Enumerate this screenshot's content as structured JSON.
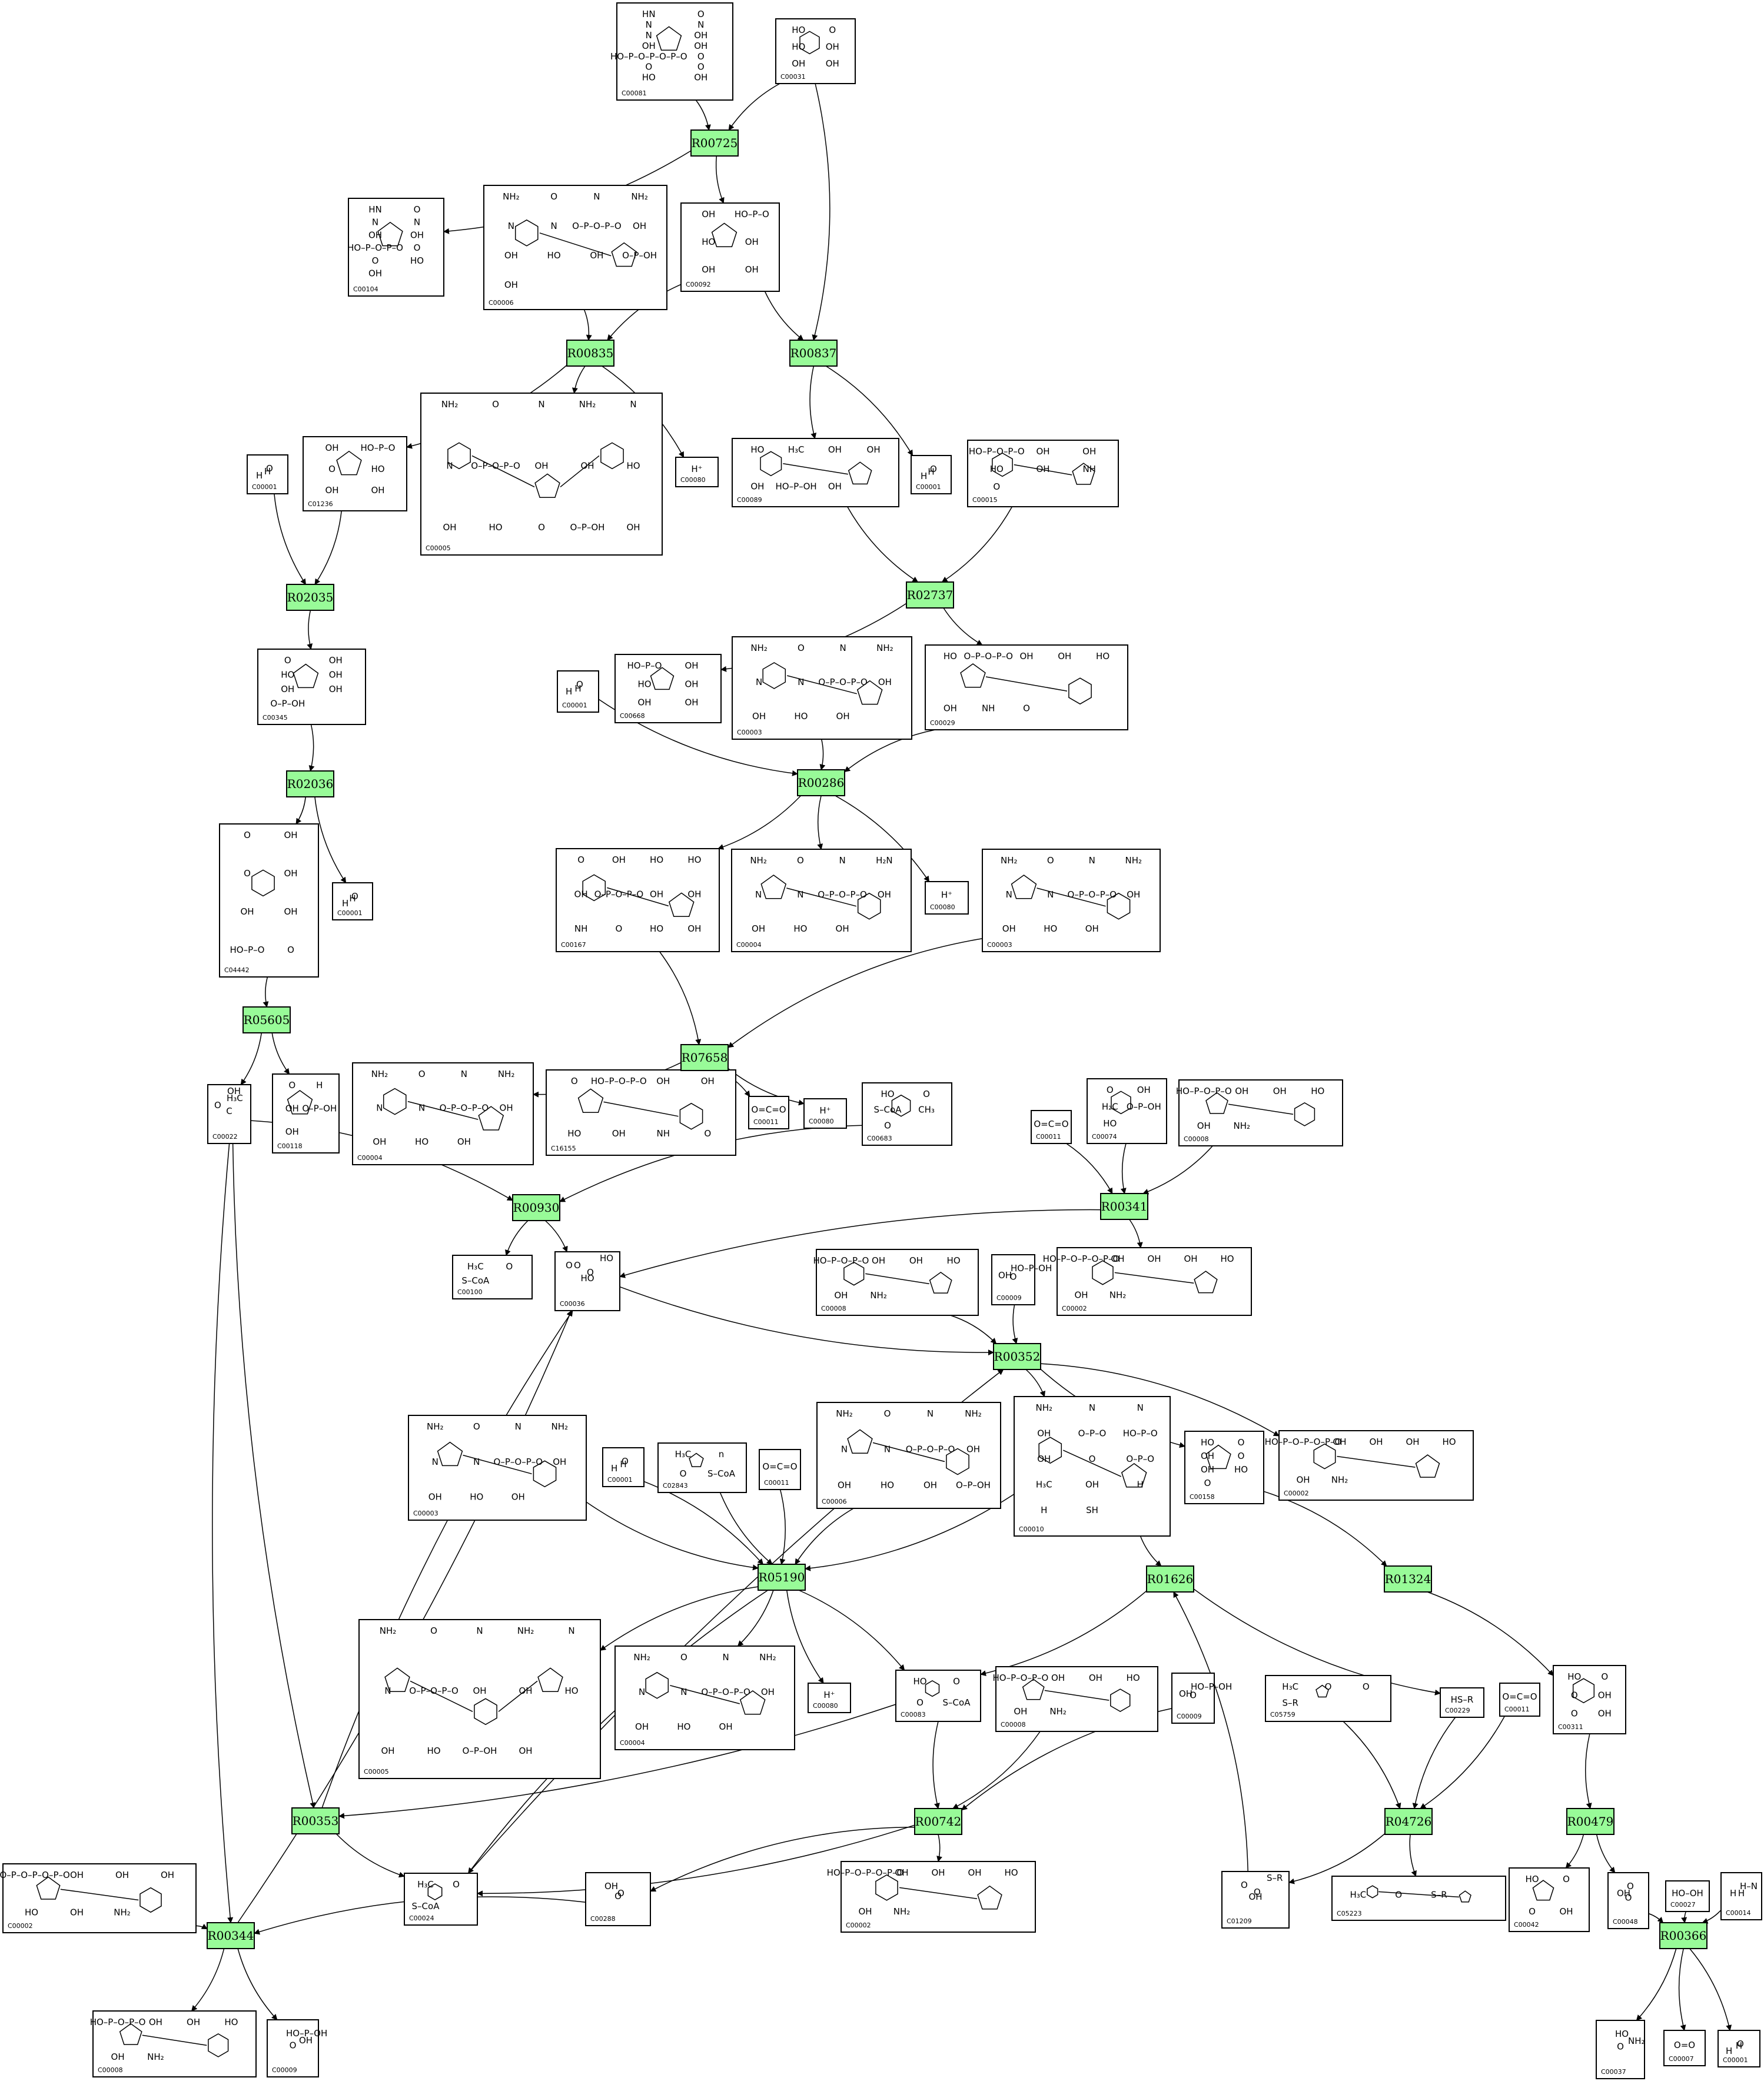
{
  "colors": {
    "reaction_fill": "#98fb98",
    "border": "#000000",
    "background": "#ffffff"
  },
  "reactions": [
    {
      "id": "R00725",
      "label": "R00725"
    },
    {
      "id": "R00835",
      "label": "R00835"
    },
    {
      "id": "R00837",
      "label": "R00837"
    },
    {
      "id": "R02035",
      "label": "R02035"
    },
    {
      "id": "R02737",
      "label": "R02737"
    },
    {
      "id": "R00286",
      "label": "R00286"
    },
    {
      "id": "R02036",
      "label": "R02036"
    },
    {
      "id": "R05605",
      "label": "R05605"
    },
    {
      "id": "R07658",
      "label": "R07658"
    },
    {
      "id": "R00930",
      "label": "R00930"
    },
    {
      "id": "R00341",
      "label": "R00341"
    },
    {
      "id": "R00352",
      "label": "R00352"
    },
    {
      "id": "R05190",
      "label": "R05190"
    },
    {
      "id": "R01626",
      "label": "R01626"
    },
    {
      "id": "R01324",
      "label": "R01324"
    },
    {
      "id": "R00353",
      "label": "R00353"
    },
    {
      "id": "R00742",
      "label": "R00742"
    },
    {
      "id": "R04726",
      "label": "R04726"
    },
    {
      "id": "R00479",
      "label": "R00479"
    },
    {
      "id": "R00344",
      "label": "R00344"
    },
    {
      "id": "R00366",
      "label": "R00366"
    }
  ],
  "compounds": [
    {
      "key": "c00081",
      "label": "C00081",
      "texts": [
        "HN",
        "O",
        "N",
        "N",
        "N",
        "OH",
        "OH",
        "OH",
        "HO–P–O–P–O–P–O",
        "O",
        "O",
        "O",
        "HO",
        "OH"
      ]
    },
    {
      "key": "c00031a",
      "label": "C00031",
      "texts": [
        "HO",
        "O",
        "HO",
        "OH",
        "OH",
        "OH"
      ]
    },
    {
      "key": "c00104",
      "label": "C00104",
      "texts": [
        "HN",
        "O",
        "N",
        "N",
        "OH",
        "OH",
        "HO–P–O–P–O",
        "O",
        "O",
        "HO",
        "OH"
      ]
    },
    {
      "key": "c00006a",
      "label": "C00006",
      "texts": [
        "NH₂",
        "O",
        "N",
        "NH₂",
        "N",
        "N",
        "O–P–O–P–O",
        "OH",
        "OH",
        "HO",
        "OH",
        "O–P–OH",
        "OH"
      ]
    },
    {
      "key": "c00092",
      "label": "C00092",
      "texts": [
        "OH",
        "HO–P–O",
        "HO",
        "OH",
        "OH",
        "OH"
      ]
    },
    {
      "key": "c00001a",
      "label": "C00001",
      "texts": [
        "H",
        "O",
        "H"
      ]
    },
    {
      "key": "c01236",
      "label": "C01236",
      "texts": [
        "OH",
        "HO–P–O",
        "O",
        "HO",
        "OH",
        "OH"
      ]
    },
    {
      "key": "c00005a",
      "label": "C00005",
      "texts": [
        "NH₂",
        "O",
        "N",
        "NH₂",
        "N",
        "N",
        "O–P–O–P–O",
        "OH",
        "OH",
        "HO",
        "OH",
        "HO",
        "O",
        "O–P–OH",
        "OH"
      ]
    },
    {
      "key": "c00080a",
      "label": "C00080",
      "texts": [
        "H⁺"
      ]
    },
    {
      "key": "c00089",
      "label": "C00089",
      "texts": [
        "HO",
        "H₃C",
        "OH",
        "OH",
        "OH",
        "HO–P–OH",
        "OH"
      ]
    },
    {
      "key": "c00001b",
      "label": "C00001",
      "texts": [
        "H",
        "O",
        "H"
      ]
    },
    {
      "key": "c00015",
      "label": "C00015",
      "texts": [
        "HO–P–O–P–O",
        "OH",
        "OH",
        "HO",
        "OH",
        "NH",
        "O"
      ]
    },
    {
      "key": "c00345",
      "label": "C00345",
      "texts": [
        "O",
        "OH",
        "HO",
        "OH",
        "OH",
        "OH",
        "O–P–OH"
      ]
    },
    {
      "key": "c00001c",
      "label": "C00001",
      "texts": [
        "H",
        "O",
        "H"
      ]
    },
    {
      "key": "c00668",
      "label": "C00668",
      "texts": [
        "HO–P–O",
        "OH",
        "HO",
        "OH",
        "OH",
        "OH"
      ]
    },
    {
      "key": "c00003a",
      "label": "C00003",
      "texts": [
        "NH₂",
        "O",
        "N",
        "NH₂",
        "N",
        "N",
        "O–P–O–P–O",
        "OH",
        "OH",
        "HO",
        "OH"
      ]
    },
    {
      "key": "c00029",
      "label": "C00029",
      "texts": [
        "HO",
        "O–P–O–P–O",
        "OH",
        "OH",
        "HO",
        "OH",
        "NH",
        "O"
      ]
    },
    {
      "key": "c04442",
      "label": "C04442",
      "texts": [
        "O",
        "OH",
        "O",
        "OH",
        "OH",
        "OH",
        "HO–P–O",
        "O"
      ]
    },
    {
      "key": "c00001d",
      "label": "C00001",
      "texts": [
        "H",
        "O",
        "H"
      ]
    },
    {
      "key": "c00167",
      "label": "C00167",
      "texts": [
        "O",
        "OH",
        "HO",
        "HO",
        "OH",
        "O–P–O–P–O",
        "OH",
        "OH",
        "NH",
        "O",
        "HO",
        "OH"
      ]
    },
    {
      "key": "c00004a",
      "label": "C00004",
      "texts": [
        "NH₂",
        "O",
        "N",
        "H₂N",
        "N",
        "N",
        "O–P–O–P–O",
        "OH",
        "OH",
        "HO",
        "OH"
      ]
    },
    {
      "key": "c00080b",
      "label": "C00080",
      "texts": [
        "H⁺"
      ]
    },
    {
      "key": "c00003b",
      "label": "C00003",
      "texts": [
        "NH₂",
        "O",
        "N",
        "NH₂",
        "N",
        "N",
        "O–P–O–P–O",
        "OH",
        "OH",
        "HO",
        "OH"
      ]
    },
    {
      "key": "c00022a",
      "label": "C00022",
      "texts": [
        "C",
        "H₃C",
        "O",
        "OH"
      ]
    },
    {
      "key": "c00118",
      "label": "C00118",
      "texts": [
        "O",
        "H",
        "OH",
        "O–P–OH",
        "OH"
      ]
    },
    {
      "key": "c00004b",
      "label": "C00004",
      "texts": [
        "NH₂",
        "O",
        "N",
        "NH₂",
        "N",
        "N",
        "O–P–O–P–O",
        "OH",
        "OH",
        "HO",
        "OH"
      ]
    },
    {
      "key": "c16155",
      "label": "C16155",
      "texts": [
        "O",
        "HO–P–O–P–O",
        "OH",
        "OH",
        "HO",
        "OH",
        "NH",
        "O"
      ]
    },
    {
      "key": "c00011a",
      "label": "C00011",
      "texts": [
        "O=C=O"
      ]
    },
    {
      "key": "c00080c",
      "label": "C00080",
      "texts": [
        "H⁺"
      ]
    },
    {
      "key": "c00683",
      "label": "C00683",
      "texts": [
        "HO",
        "O",
        "S–CoA",
        "CH₃",
        "O"
      ]
    },
    {
      "key": "c00011b",
      "label": "C00011",
      "texts": [
        "O=C=O"
      ]
    },
    {
      "key": "c00074",
      "label": "C00074",
      "texts": [
        "O",
        "OH",
        "H₂C",
        "O–P–OH",
        "HO"
      ]
    },
    {
      "key": "c00008a",
      "label": "C00008",
      "texts": [
        "HO–P–O–P–O",
        "OH",
        "OH",
        "HO",
        "OH",
        "NH₂"
      ]
    },
    {
      "key": "c00100",
      "label": "C00100",
      "texts": [
        "H₃C",
        "O",
        "S–CoA"
      ]
    },
    {
      "key": "c00036",
      "label": "C00036",
      "texts": [
        "HO",
        "O",
        "O",
        "HO",
        "O"
      ]
    },
    {
      "key": "c00008b",
      "label": "C00008",
      "texts": [
        "HO–P–O–P–O",
        "OH",
        "OH",
        "HO",
        "OH",
        "NH₂"
      ]
    },
    {
      "key": "c00009a",
      "label": "C00009",
      "texts": [
        "O",
        "HO–P–OH",
        "OH"
      ]
    },
    {
      "key": "c00002a",
      "label": "C00002",
      "texts": [
        "HO–P–O–P–O–P–O",
        "OH",
        "OH",
        "OH",
        "HO",
        "OH",
        "NH₂"
      ]
    },
    {
      "key": "c00003c",
      "label": "C00003",
      "texts": [
        "NH₂",
        "O",
        "N",
        "NH₂",
        "N",
        "N",
        "O–P–O–P–O",
        "OH",
        "OH",
        "HO",
        "OH"
      ]
    },
    {
      "key": "c00001e",
      "label": "C00001",
      "texts": [
        "H",
        "O",
        "H"
      ]
    },
    {
      "key": "c02843",
      "label": "C02843",
      "texts": [
        "H₃C",
        "n",
        "O",
        "S–CoA"
      ]
    },
    {
      "key": "c00011c",
      "label": "C00011",
      "texts": [
        "O=C=O"
      ]
    },
    {
      "key": "c00006b",
      "label": "C00006",
      "texts": [
        "NH₂",
        "O",
        "N",
        "NH₂",
        "N",
        "N",
        "O–P–O–P–O",
        "OH",
        "OH",
        "HO",
        "OH",
        "O–P–OH"
      ]
    },
    {
      "key": "c00010",
      "label": "C00010",
      "texts": [
        "NH₂",
        "N",
        "N",
        "OH",
        "O–P–O",
        "HO–P–O",
        "OH",
        "O",
        "O–P–O",
        "H₃C",
        "OH",
        "H",
        "H",
        "SH"
      ]
    },
    {
      "key": "c00158",
      "label": "C00158",
      "texts": [
        "HO",
        "O",
        "OH",
        "O",
        "OH",
        "HO",
        "O"
      ]
    },
    {
      "key": "c00002b",
      "label": "C00002",
      "texts": [
        "HO–P–O–P–O–P–O",
        "OH",
        "OH",
        "OH",
        "HO",
        "OH",
        "NH₂"
      ]
    },
    {
      "key": "c00005b",
      "label": "C00005",
      "texts": [
        "NH₂",
        "O",
        "N",
        "NH₂",
        "N",
        "N",
        "O–P–O–P–O",
        "OH",
        "OH",
        "HO",
        "OH",
        "HO",
        "O–P–OH",
        "OH"
      ]
    },
    {
      "key": "c00004c",
      "label": "C00004",
      "texts": [
        "NH₂",
        "O",
        "N",
        "NH₂",
        "N",
        "N",
        "O–P–O–P–O",
        "OH",
        "OH",
        "HO",
        "OH"
      ]
    },
    {
      "key": "c00080d",
      "label": "C00080",
      "texts": [
        "H⁺"
      ]
    },
    {
      "key": "c00083",
      "label": "C00083",
      "texts": [
        "HO",
        "O",
        "O",
        "S–CoA"
      ]
    },
    {
      "key": "c00008c",
      "label": "C00008",
      "texts": [
        "HO–P–O–P–O",
        "OH",
        "OH",
        "HO",
        "OH",
        "NH₂"
      ]
    },
    {
      "key": "c00009b",
      "label": "C00009",
      "texts": [
        "O",
        "HO–P–OH",
        "OH"
      ]
    },
    {
      "key": "c05759",
      "label": "C05759",
      "texts": [
        "H₃C",
        "O",
        "O",
        "S–R"
      ]
    },
    {
      "key": "c00229",
      "label": "C00229",
      "texts": [
        "HS–R"
      ]
    },
    {
      "key": "c00011d",
      "label": "C00011",
      "texts": [
        "O=C=O"
      ]
    },
    {
      "key": "c00311",
      "label": "C00311",
      "texts": [
        "HO",
        "O",
        "O",
        "OH",
        "O",
        "OH"
      ]
    },
    {
      "key": "c00002c",
      "label": "C00002",
      "texts": [
        "HO–P–O–P–O–P–O",
        "OH",
        "OH",
        "OH",
        "HO",
        "OH",
        "NH₂"
      ]
    },
    {
      "key": "c00024",
      "label": "C00024",
      "texts": [
        "H₃C",
        "O",
        "S–CoA"
      ]
    },
    {
      "key": "c00288",
      "label": "C00288",
      "texts": [
        "O",
        "OH",
        "O"
      ]
    },
    {
      "key": "c00002d",
      "label": "C00002",
      "texts": [
        "HO–P–O–P–O–P–O",
        "OH",
        "OH",
        "OH",
        "HO",
        "OH",
        "NH₂"
      ]
    },
    {
      "key": "c01209",
      "label": "C01209",
      "texts": [
        "OH",
        "O",
        "O",
        "S–R"
      ]
    },
    {
      "key": "c05223",
      "label": "C05223",
      "texts": [
        "H₃C",
        "O",
        "S–R"
      ]
    },
    {
      "key": "c00042",
      "label": "C00042",
      "texts": [
        "HO",
        "O",
        "O",
        "OH"
      ]
    },
    {
      "key": "c00048",
      "label": "C00048",
      "texts": [
        "O",
        "O",
        "OH"
      ]
    },
    {
      "key": "c00027",
      "label": "C00027",
      "texts": [
        "HO–OH"
      ]
    },
    {
      "key": "c00014",
      "label": "C00014",
      "texts": [
        "H",
        "H–N",
        "H"
      ]
    },
    {
      "key": "c00008d",
      "label": "C00008",
      "texts": [
        "HO–P–O–P–O",
        "OH",
        "OH",
        "HO",
        "OH",
        "NH₂"
      ]
    },
    {
      "key": "c00009c",
      "label": "C00009",
      "texts": [
        "O",
        "HO–P–OH",
        "OH"
      ]
    },
    {
      "key": "c00037",
      "label": "C00037",
      "texts": [
        "O",
        "HO",
        "NH₂"
      ]
    },
    {
      "key": "c00007",
      "label": "C00007",
      "texts": [
        "O=O"
      ]
    },
    {
      "key": "c00001f",
      "label": "C00001",
      "texts": [
        "H",
        "O",
        "H"
      ]
    }
  ]
}
